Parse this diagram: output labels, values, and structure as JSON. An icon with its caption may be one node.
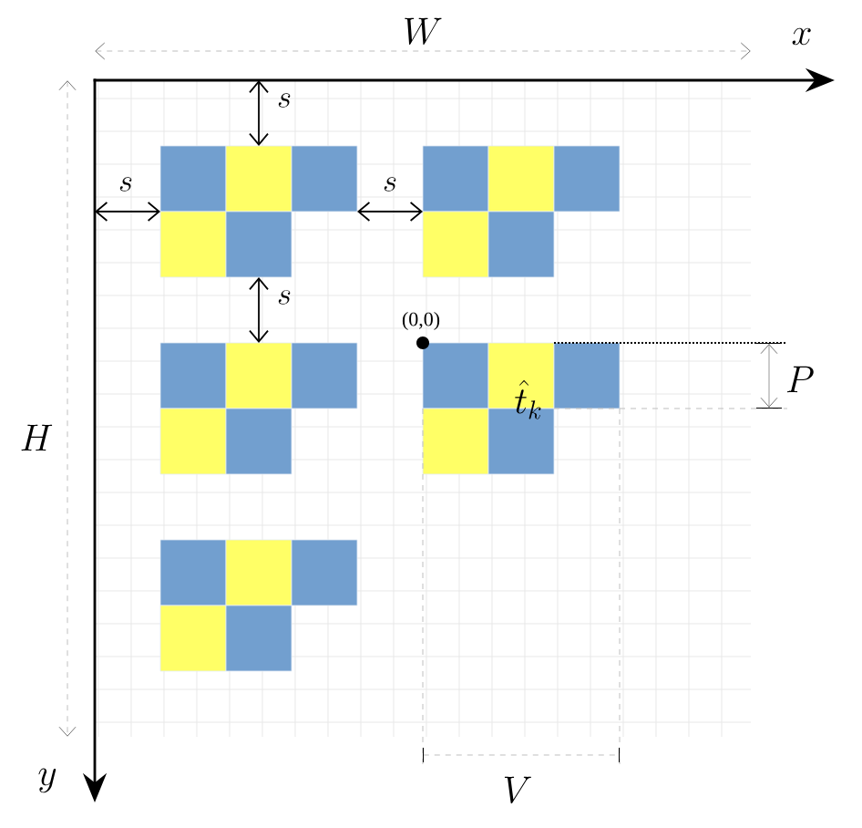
{
  "diagram": {
    "labels": [
      "W",
      "x",
      "s",
      "s",
      "s",
      "s",
      "(0,0)",
      "P",
      "\\hat{t}_k",
      "H",
      "y",
      "V"
    ]
  }
}
